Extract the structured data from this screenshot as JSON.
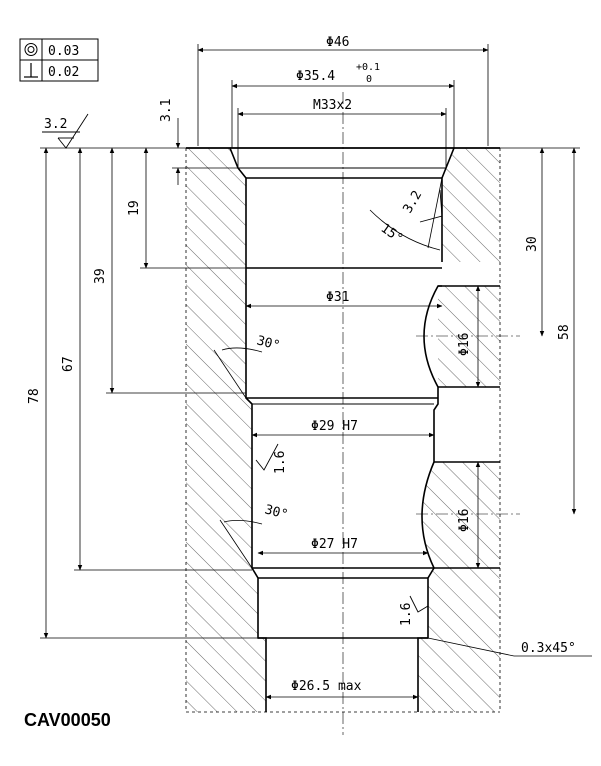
{
  "tolerances": [
    {
      "symbol": "concentricity-icon",
      "value": "0.03"
    },
    {
      "symbol": "perpendicularity-icon",
      "value": "0.02"
    }
  ],
  "dimensions": {
    "d46": "Φ46",
    "d35": "Φ35.4",
    "d35_tol_upper": "+0.1",
    "d35_tol_lower": "0",
    "m33": "M33x2",
    "d31": "Φ31",
    "d29": "Φ29 H7",
    "d27": "Φ27 H7",
    "d26": "Φ26.5 max",
    "d16_upper": "Φ16",
    "d16_lower": "Φ16",
    "depth_3_1": "3.1",
    "depth_19": "19",
    "depth_39": "39",
    "depth_67": "67",
    "depth_78": "78",
    "depth_30": "30",
    "depth_58": "58",
    "chamfer": "0.3x45°"
  },
  "angles": {
    "a15": "15°",
    "a30_upper": "30°",
    "a30_lower": "30°"
  },
  "surface_roughness": {
    "top": "3.2",
    "thread": "3.2",
    "bore_29": "1.6",
    "bore_27": "1.6"
  },
  "drawing_code": "CAV00050"
}
